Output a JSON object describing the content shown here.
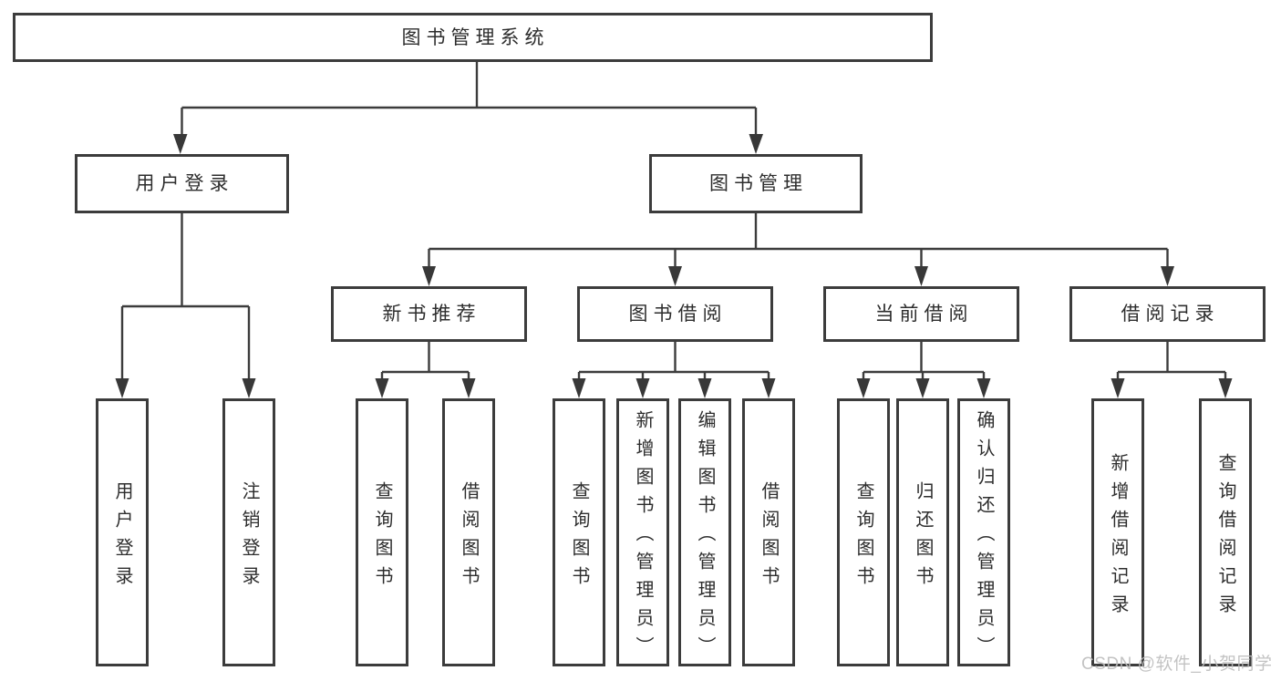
{
  "colors": {
    "background": "#ffffff",
    "line": "#3c3c3c",
    "box_border": "#3c3c3c",
    "text": "#2d2d2d",
    "watermark": "#bdbdbd"
  },
  "tree": {
    "root": {
      "label": "图书管理系统"
    },
    "level2": [
      {
        "label": "用户登录",
        "children": [
          {
            "label": "用户登录"
          },
          {
            "label": "注销登录"
          }
        ]
      },
      {
        "label": "图书管理",
        "children": [
          {
            "label": "新书推荐",
            "children": [
              {
                "label": "查询图书"
              },
              {
                "label": "借阅图书"
              }
            ]
          },
          {
            "label": "图书借阅",
            "children": [
              {
                "label": "查询图书"
              },
              {
                "label": "新增图书（管理员）"
              },
              {
                "label": "编辑图书（管理员）"
              },
              {
                "label": "借阅图书"
              }
            ]
          },
          {
            "label": "当前借阅",
            "children": [
              {
                "label": "查询图书"
              },
              {
                "label": "归还图书"
              },
              {
                "label": "确认归还（管理员）"
              }
            ]
          },
          {
            "label": "借阅记录",
            "children": [
              {
                "label": "新增借阅记录"
              },
              {
                "label": "查询借阅记录"
              }
            ]
          }
        ]
      }
    ]
  },
  "watermark": {
    "text": "CSDN @软件_小贺同学"
  }
}
